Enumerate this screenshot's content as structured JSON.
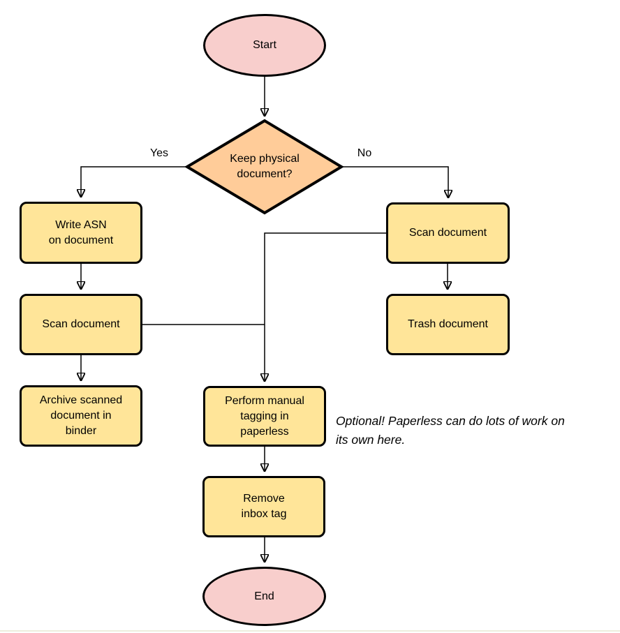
{
  "colors": {
    "terminator_fill": "#f8cecc",
    "decision_fill": "#ffcc99",
    "process_fill": "#ffe599",
    "stroke": "#000000",
    "background": "#ffffff",
    "bottom_rule": "#ededdd"
  },
  "nodes": {
    "start": "Start",
    "decision": "Keep physical\ndocument?",
    "write_asn": "Write ASN\non document",
    "scan_left": "Scan document",
    "archive": "Archive scanned\ndocument in\nbinder",
    "scan_right": "Scan document",
    "trash": "Trash document",
    "tagging": "Perform manual\ntagging in\npaperless",
    "remove_inbox": "Remove\ninbox tag",
    "end": "End"
  },
  "edge_labels": {
    "yes": "Yes",
    "no": "No"
  },
  "note": "Optional! Paperless can do lots of work on\nits own here."
}
